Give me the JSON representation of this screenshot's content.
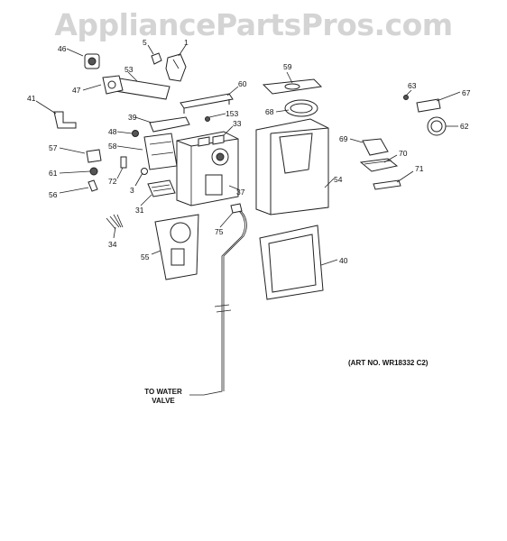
{
  "watermark": "AppliancePartsPros.com",
  "art_number": "(ART NO. WR18332 C2)",
  "water_valve_label": [
    "TO WATER",
    "VALVE"
  ],
  "callouts": [
    "46",
    "5",
    "1",
    "53",
    "47",
    "60",
    "41",
    "153",
    "39",
    "48",
    "33",
    "58",
    "57",
    "61",
    "72",
    "3",
    "56",
    "31",
    "37",
    "34",
    "75",
    "55",
    "59",
    "68",
    "54",
    "40",
    "63",
    "67",
    "62",
    "69",
    "70",
    "71"
  ]
}
